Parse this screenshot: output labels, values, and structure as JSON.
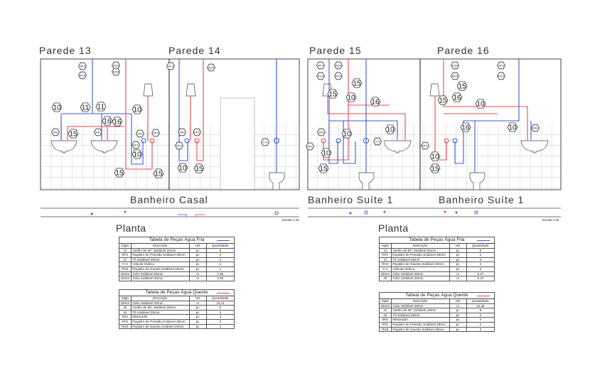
{
  "walls": [
    {
      "title": "Parede 13"
    },
    {
      "title": "Parede 14"
    },
    {
      "title": "Parede 15"
    },
    {
      "title": "Parede 16"
    }
  ],
  "rooms": [
    "Banheiro Casal",
    "Banheiro Suíte 1",
    "Banheiro Suíte 1"
  ],
  "scale": "Escala 1:25",
  "plan_label": "Planta",
  "colors": {
    "cold": "#3b5bdb",
    "hot": "#e8474f",
    "line": "#444444"
  },
  "markers": {
    "p13": [
      "AF3",
      "RG3",
      "AQ4",
      "RG5",
      "10",
      "11",
      "11",
      "10",
      "16",
      "16",
      "MIS",
      "15",
      "MIS",
      "MIS",
      "RP2",
      "RP1",
      "10",
      "15",
      "15"
    ],
    "p14": [
      "AF3",
      "AQ4",
      "MIS",
      "RP2",
      "RP1",
      "10",
      "15",
      "V H"
    ],
    "p15": [
      "AF3",
      "RG3",
      "AQ4",
      "RG5",
      "15",
      "15",
      "10",
      "16",
      "10",
      "MIS",
      "10",
      "RP1",
      "10",
      "15",
      "V H"
    ],
    "p16": [
      "AF3",
      "RG3",
      "AQ4",
      "RG5",
      "15",
      "16",
      "15",
      "10",
      "16",
      "10",
      "MIS",
      "RP1",
      "10",
      "15"
    ]
  },
  "tables": [
    {
      "title": "Tabela de Peças Água Fria",
      "headers": [
        "Sigla",
        "Descrição",
        "UN",
        "Quantidade"
      ],
      "rows": [
        [
          "10",
          "Joelho de 90° Soldável 25mm",
          "pc",
          "6"
        ],
        [
          "RP1",
          "Registro de Pressão Soldável 25mm",
          "pc",
          "2"
        ],
        [
          "11",
          "Tê Soldável 25mm",
          "pc",
          "2"
        ],
        [
          "V H",
          "Válvula Hídrica",
          "pc",
          "1"
        ],
        [
          "RG3",
          "Registro de Gaveta Soldável 25mm",
          "pc",
          "1"
        ],
        [
          "25mm",
          "Tubo Soldável 25mm",
          "m",
          "7.66"
        ],
        [
          "40mm",
          "Tubo Soldável 40mm",
          "m",
          "2.62"
        ]
      ]
    },
    {
      "title": "Tabela de Peças Água Quente",
      "headers": [
        "Sigla",
        "Descrição",
        "UN",
        "Quantidade"
      ],
      "rows": [
        [
          "28mm",
          "Tubo Soldável 28mm",
          "m",
          "10,14"
        ],
        [
          "15",
          "Joelho de 90° Soldável 28mm",
          "pc",
          "6"
        ],
        [
          "16",
          "Tê Soldável 28mm",
          "pc",
          "2"
        ],
        [
          "MIS",
          "Misturador",
          "pc",
          "4"
        ],
        [
          "RP2",
          "Registro de Pressão Soldável 28mm",
          "pc",
          "2"
        ],
        [
          "RG5",
          "Registro de Gaveta Soldável 28mm",
          "pc",
          "1"
        ]
      ]
    },
    {
      "title": "Tabela de Peças Água Fria",
      "headers": [
        "Sigla",
        "Descrição",
        "UN",
        "Quantidade"
      ],
      "rows": [
        [
          "10",
          "Joelho de 90° Soldável 25mm",
          "pc",
          "8"
        ],
        [
          "RP1",
          "Registro de Pressão Soldável 25mm",
          "pc",
          "2"
        ],
        [
          "11",
          "Tê Soldável 25mm",
          "pc",
          "2"
        ],
        [
          "RG3",
          "Registro de Gaveta Soldável 25mm",
          "pc",
          "2"
        ],
        [
          "V H",
          "Válvula Hídrica",
          "pc",
          "2"
        ],
        [
          "25mm",
          "Tubo Soldável 25mm",
          "m",
          "6.47"
        ],
        [
          "40",
          "Tubo Soldável 40mm",
          "m",
          "5.24"
        ]
      ]
    },
    {
      "title": "Tabela de Peças Água Quente",
      "headers": [
        "Sigla",
        "Descrição",
        "UN",
        "Quantidade"
      ],
      "rows": [
        [
          "28mm",
          "Tubo Soldável 28mm",
          "m",
          "12,26"
        ],
        [
          "15",
          "Joelho de 90° Soldável 28mm",
          "pc",
          "8"
        ],
        [
          "16",
          "Tê Soldável 28mm",
          "pc",
          "2"
        ],
        [
          "MIS",
          "Misturador",
          "pc",
          "4"
        ],
        [
          "RP2",
          "Registro de Pressão Soldável 28mm",
          "pc",
          "2"
        ],
        [
          "RG5",
          "Registro de Gaveta Soldável 28mm",
          "pc",
          "2"
        ]
      ]
    }
  ]
}
